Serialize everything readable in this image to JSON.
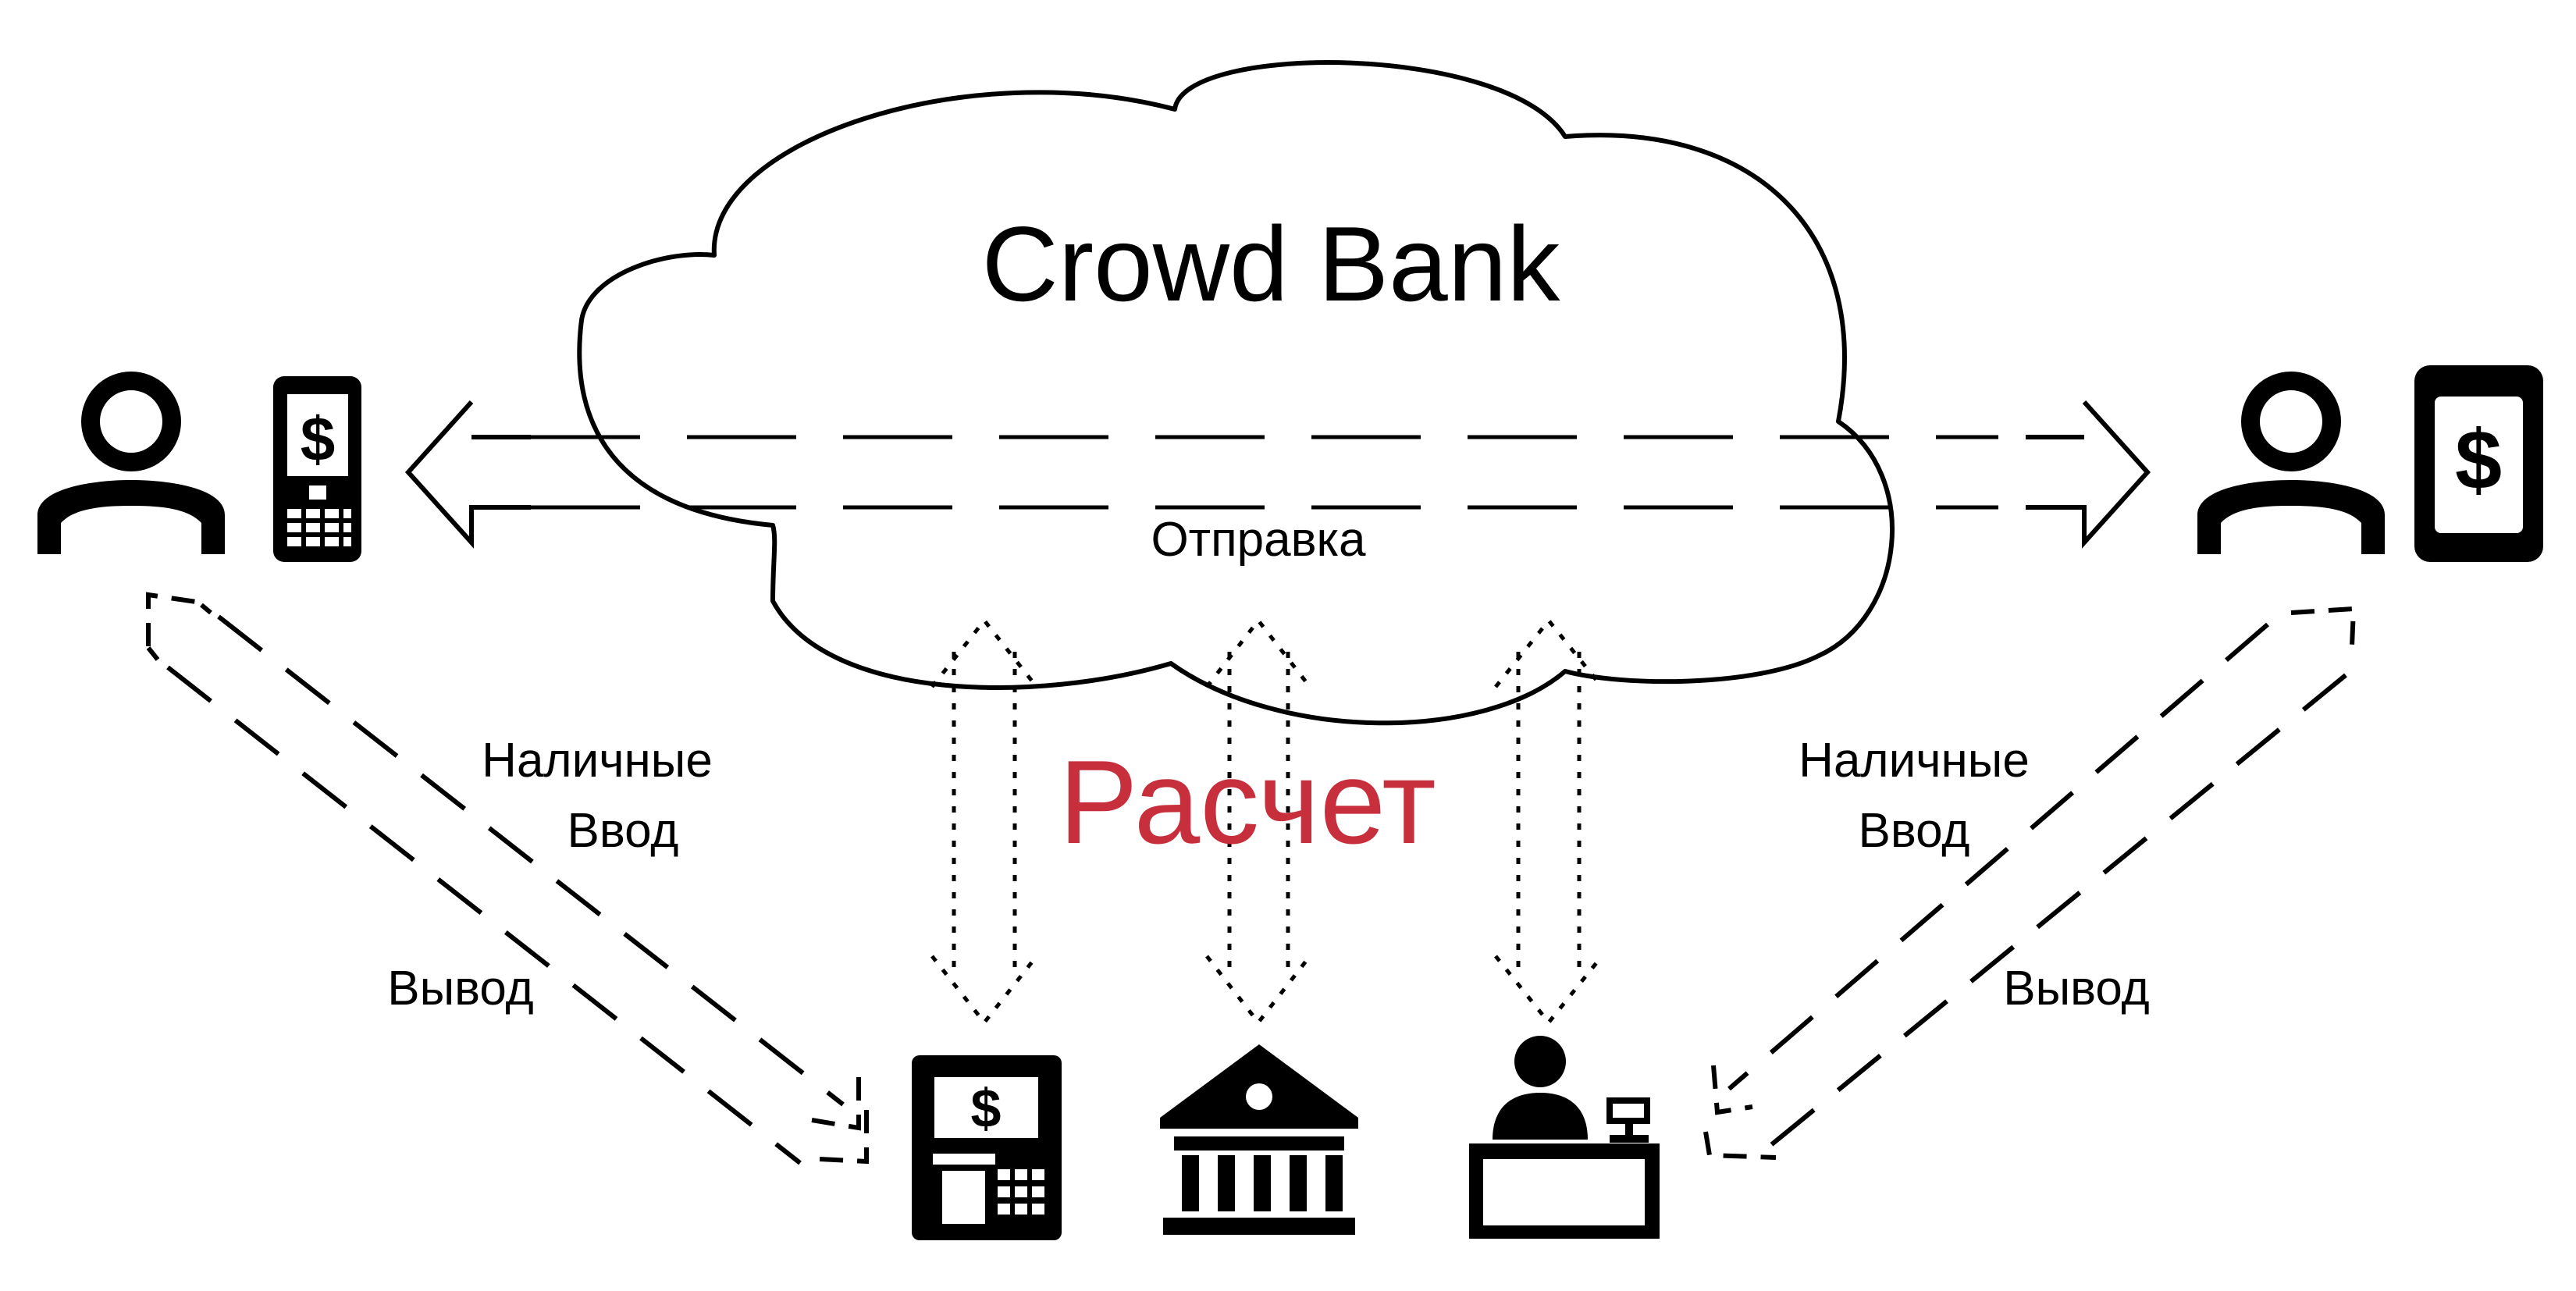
{
  "title": "Crowd Bank",
  "send_label": "Отправка",
  "settlement_label": "Расчет",
  "left_cash_line1": "Наличные",
  "left_cash_line2": "Ввод",
  "left_withdraw": "Вывод",
  "right_cash_line1": "Наличные",
  "right_cash_line2": "Ввод",
  "right_withdraw": "Вывод",
  "phone_symbol": "$",
  "atm_symbol": "$",
  "tablet_symbol": "$",
  "colors": {
    "ink": "#000000",
    "accent": "#c62f3b",
    "background": "#ffffff"
  },
  "icons": [
    "user-icon",
    "mobile-phone-icon",
    "tablet-icon",
    "atm-icon",
    "bank-icon",
    "cashier-icon"
  ]
}
